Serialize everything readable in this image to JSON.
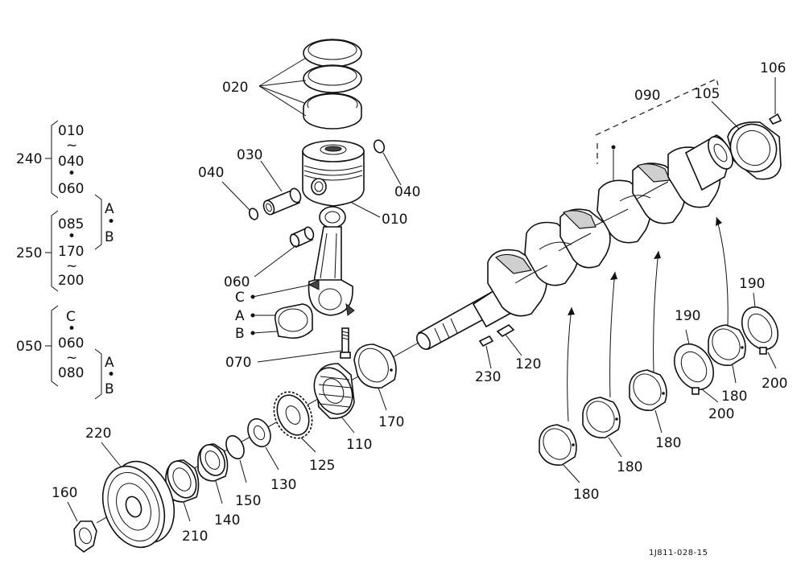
{
  "part_labels": {
    "p020": "020",
    "p030": "030",
    "p040_left": "040",
    "p040_right": "040",
    "p010": "010",
    "p060": "060",
    "pC": "C",
    "pA": "A",
    "pB": "B",
    "p070": "070",
    "p090": "090",
    "p105": "105",
    "p106": "106",
    "p120": "120",
    "p230": "230",
    "p170": "170",
    "p110": "110",
    "p125": "125",
    "p130": "130",
    "p150": "150",
    "p140": "140",
    "p210": "210",
    "p220": "220",
    "p160": "160",
    "p180_a": "180",
    "p180_b": "180",
    "p180_c": "180",
    "p180_d": "180",
    "p190_a": "190",
    "p190_b": "190",
    "p200_a": "200",
    "p200_b": "200"
  },
  "groups": {
    "g240": {
      "main": "240",
      "items": [
        "010",
        "~",
        "040",
        "•",
        "060"
      ]
    },
    "g250": {
      "main": "250",
      "items": [
        "085",
        "•",
        "170",
        "~",
        "200"
      ],
      "sub": [
        "A",
        "•",
        "B"
      ]
    },
    "g050": {
      "main": "050",
      "items": [
        "C",
        "•",
        "060",
        "~",
        "080"
      ],
      "sub": [
        "A",
        "•",
        "B"
      ]
    }
  },
  "drawing_code": "1J811-028-15"
}
